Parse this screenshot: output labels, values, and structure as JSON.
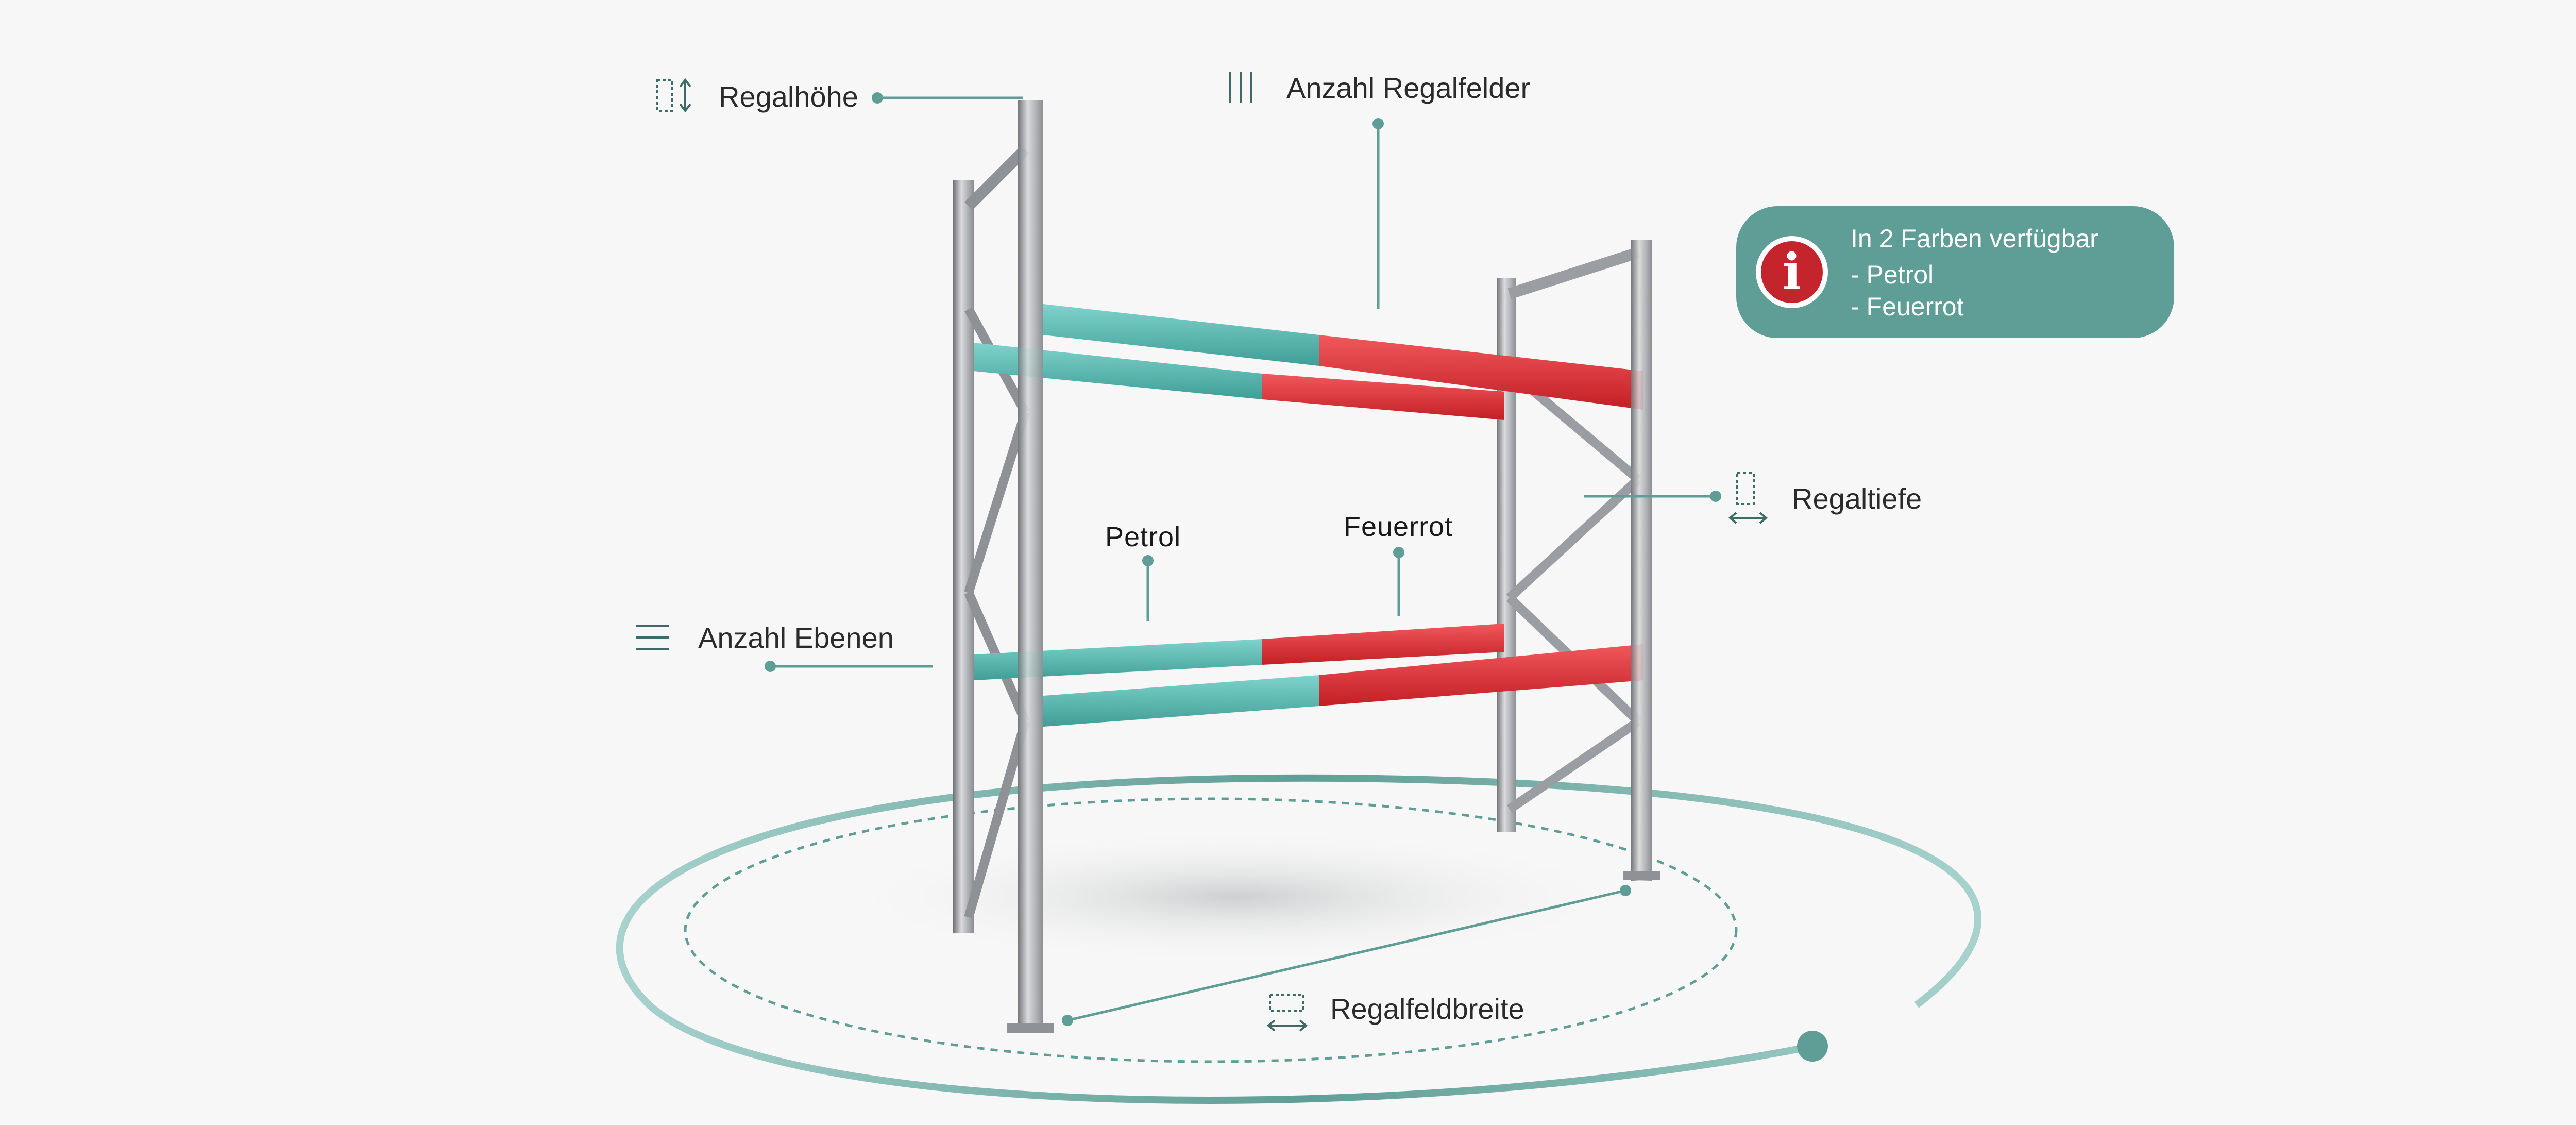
{
  "labels": {
    "regalhoehe": "Regalhöhe",
    "anzahl_regalfelder": "Anzahl Regalfelder",
    "regaltiefe": "Regaltiefe",
    "anzahl_ebenen": "Anzahl Ebenen",
    "regalfeldbreite": "Regalfeldbreite",
    "petrol": "Petrol",
    "feuerrot": "Feuerrot"
  },
  "info": {
    "title": "In 2 Farben verfügbar",
    "items": [
      "- Petrol",
      "- Feuerrot"
    ]
  },
  "icons": {
    "height": "height-arrows-icon",
    "fields": "vertical-lines-icon",
    "depth": "depth-arrows-icon",
    "levels": "horizontal-lines-icon",
    "width": "width-arrows-icon",
    "info": "info-icon"
  },
  "colors": {
    "accent": "#5f9e96",
    "petrol": "#5bbdb5",
    "feuerrot": "#e43035",
    "steel": "#a9acaf",
    "info_badge": "#c4242b"
  }
}
